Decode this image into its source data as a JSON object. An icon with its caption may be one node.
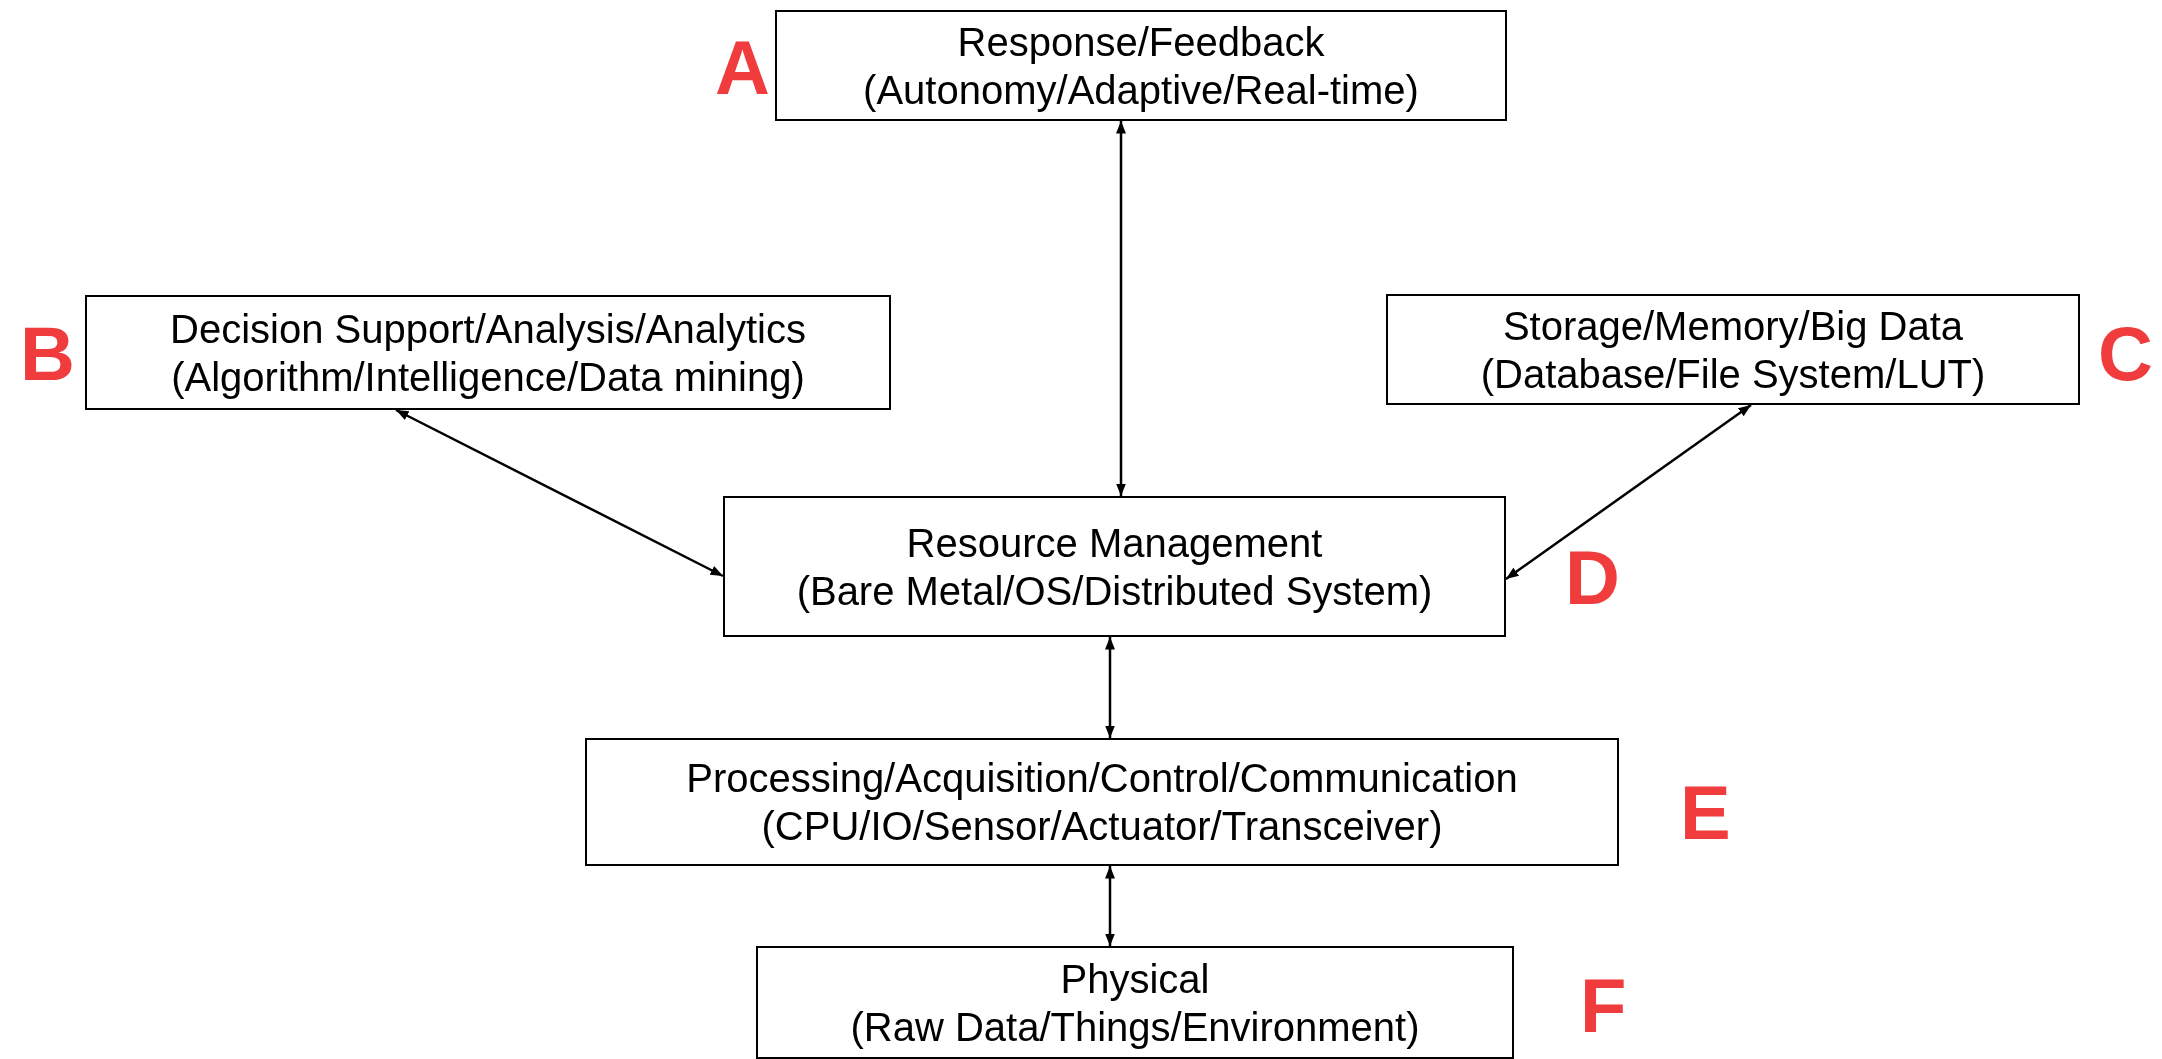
{
  "diagram": {
    "nodes": [
      {
        "text": [
          "Response/Feedback",
          "(Autonomy/Adaptive/Real-time)"
        ]
      },
      {
        "text": [
          "Decision Support/Analysis/Analytics",
          "(Algorithm/Intelligence/Data mining)"
        ]
      },
      {
        "text": [
          "Storage/Memory/Big Data",
          "(Database/File System/LUT)"
        ]
      },
      {
        "text": [
          "Resource Management",
          "(Bare Metal/OS/Distributed System)"
        ]
      },
      {
        "text": [
          "Processing/Acquisition/Control/Communication",
          "(CPU/IO/Sensor/Actuator/Transceiver)"
        ]
      },
      {
        "text": [
          "Physical",
          "(Raw Data/Things/Environment)"
        ]
      }
    ],
    "edges": [
      {
        "from": 0,
        "to": 3,
        "arrow": "both"
      },
      {
        "from": 1,
        "to": 3,
        "arrow": "both"
      },
      {
        "from": 2,
        "to": 3,
        "arrow": "both"
      },
      {
        "from": 3,
        "to": 4,
        "arrow": "both"
      },
      {
        "from": 4,
        "to": 5,
        "arrow": "both"
      }
    ],
    "labels": [
      "A",
      "B",
      "C",
      "D",
      "E",
      "F"
    ]
  }
}
